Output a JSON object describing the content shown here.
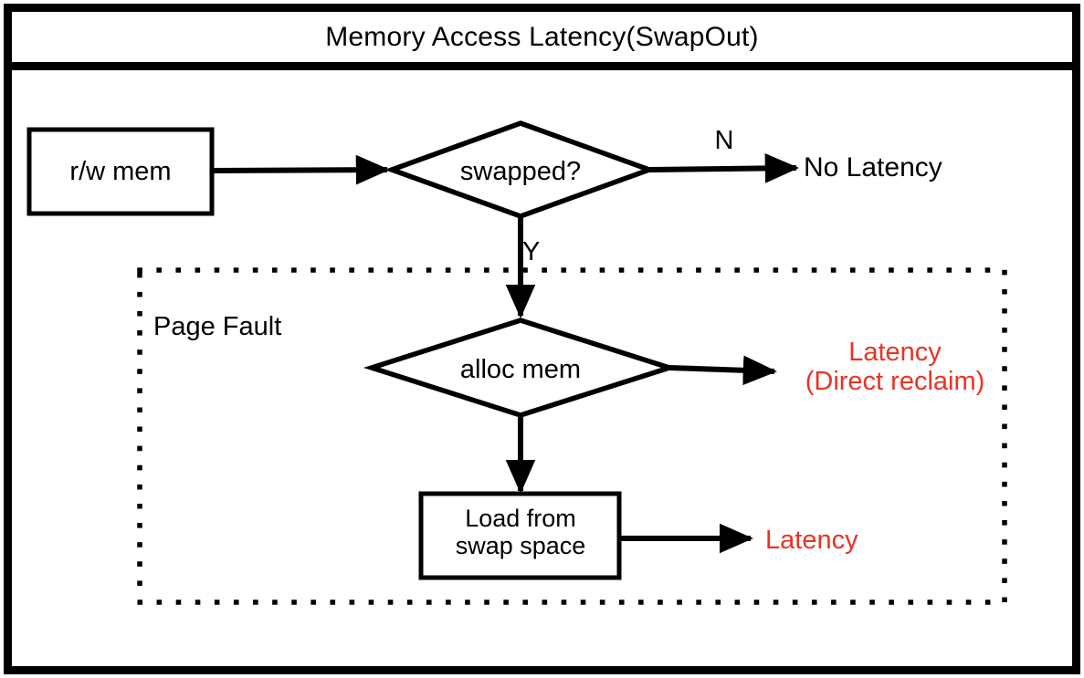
{
  "figure": {
    "title": "Memory Access Latency(SwapOut)",
    "type": "flowchart",
    "accent_color": "#ea3323",
    "line_color": "#000000",
    "background": "#ffffff"
  },
  "nodes": {
    "rw_mem": {
      "label": "r/w mem",
      "shape": "rectangle"
    },
    "swapped": {
      "label": "swapped?",
      "shape": "diamond"
    },
    "no_latency": {
      "label": "No Latency",
      "shape": "text"
    },
    "alloc_mem": {
      "label": "alloc mem",
      "shape": "diamond"
    },
    "load_swap": {
      "label_line1": "Load from",
      "label_line2": "swap space",
      "shape": "rectangle"
    },
    "latency_direct": {
      "label_line1": "Latency",
      "label_line2": "(Direct reclaim)",
      "shape": "text",
      "color": "#ea3323"
    },
    "latency": {
      "label": "Latency",
      "shape": "text",
      "color": "#ea3323"
    }
  },
  "group": {
    "page_fault": {
      "label": "Page Fault",
      "border_style": "dotted"
    }
  },
  "edges": [
    {
      "name": "rw-mem-to-swapped",
      "from": "rw_mem",
      "to": "swapped",
      "label": ""
    },
    {
      "name": "swapped-no-branch",
      "from": "swapped",
      "to": "no_latency",
      "label": "N"
    },
    {
      "name": "swapped-yes-branch",
      "from": "swapped",
      "to": "alloc_mem",
      "label": "Y"
    },
    {
      "name": "alloc-mem-to-latency-direct",
      "from": "alloc_mem",
      "to": "latency_direct",
      "label": ""
    },
    {
      "name": "alloc-mem-to-load-swap",
      "from": "alloc_mem",
      "to": "load_swap",
      "label": ""
    },
    {
      "name": "load-swap-to-latency",
      "from": "load_swap",
      "to": "latency",
      "label": ""
    }
  ]
}
